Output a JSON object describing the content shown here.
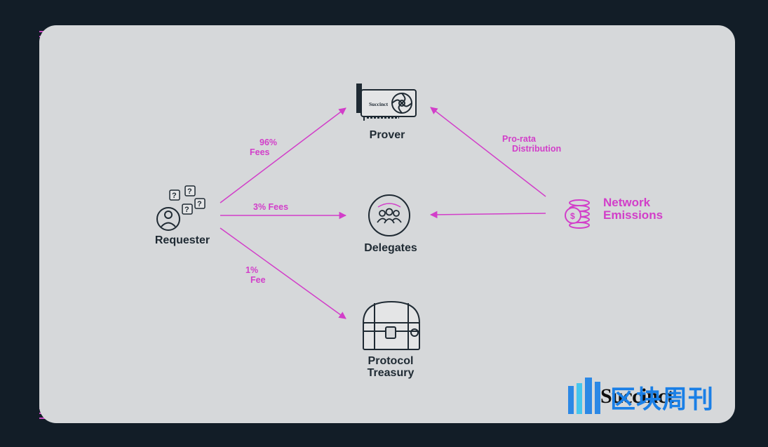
{
  "nodes": {
    "prover": "Prover",
    "delegates": "Delegates",
    "requester": "Requester",
    "treasury_line1": "Protocol",
    "treasury_line2": "Treasury",
    "emissions_line1": "Network",
    "emissions_line2": "Emissions",
    "gpu_brand": "Succinct"
  },
  "edges": {
    "prover_fee_line1": "96%",
    "prover_fee_line2": "Fees",
    "delegates_fee": "3% Fees",
    "treasury_fee_line1": "1%",
    "treasury_fee_line2": "Fee",
    "prorata_line1": "Pro-rata",
    "prorata_line2": "Distribution"
  },
  "branding": {
    "logo": "Succinct",
    "watermark": "区块周刊"
  },
  "colors": {
    "background": "#121d27",
    "card": "#d6d8da",
    "accent": "#d23ec9",
    "ink": "#1f2a33",
    "watermark": "#1a7fe6"
  }
}
